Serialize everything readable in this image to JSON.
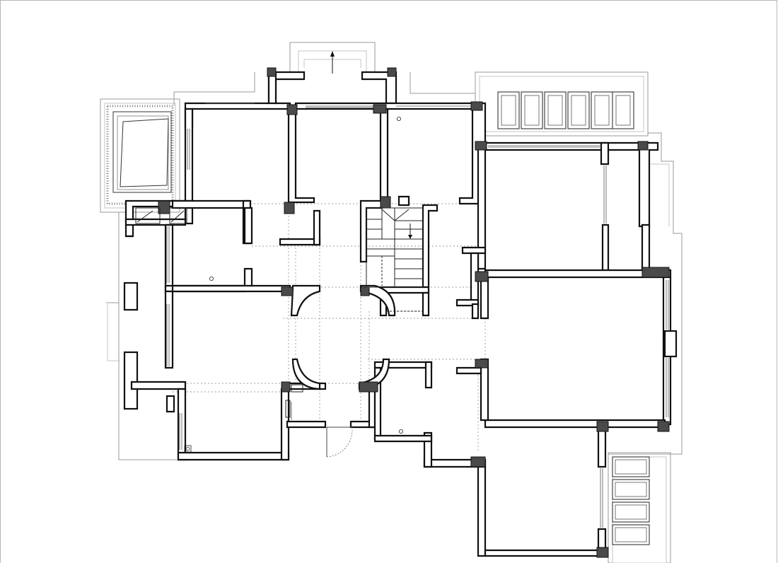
{
  "drawing": {
    "type": "architectural floor plan",
    "line_color": "#111111",
    "column_fill": "#4a4a4a",
    "background": "#ffffff",
    "symbols": [
      "north-arrow",
      "stair-direction-arrow",
      "floor-drain",
      "pool-deck"
    ]
  }
}
